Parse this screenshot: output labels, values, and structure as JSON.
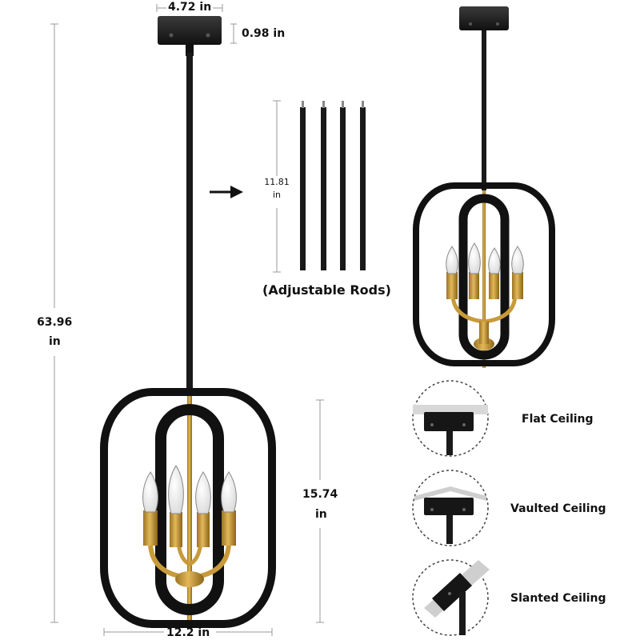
{
  "dimensions": {
    "canopy_width": "4.72 in",
    "canopy_height": "0.98 in",
    "overall_height_value": "63.96",
    "overall_height_unit": "in",
    "rod_length_value": "11.81",
    "rod_length_unit": "in",
    "shade_height_value": "15.74",
    "shade_height_unit": "in",
    "shade_width": "12.2 in"
  },
  "rods": {
    "caption": "(Adjustable Rods)",
    "count": 4
  },
  "ceiling_types": [
    {
      "label": "Flat Ceiling"
    },
    {
      "label": "Vaulted Ceiling"
    },
    {
      "label": "Slanted Ceiling"
    }
  ],
  "colors": {
    "frame": "#1a1a1a",
    "brass": "#c89a3a",
    "line": "#9a9a9a"
  }
}
